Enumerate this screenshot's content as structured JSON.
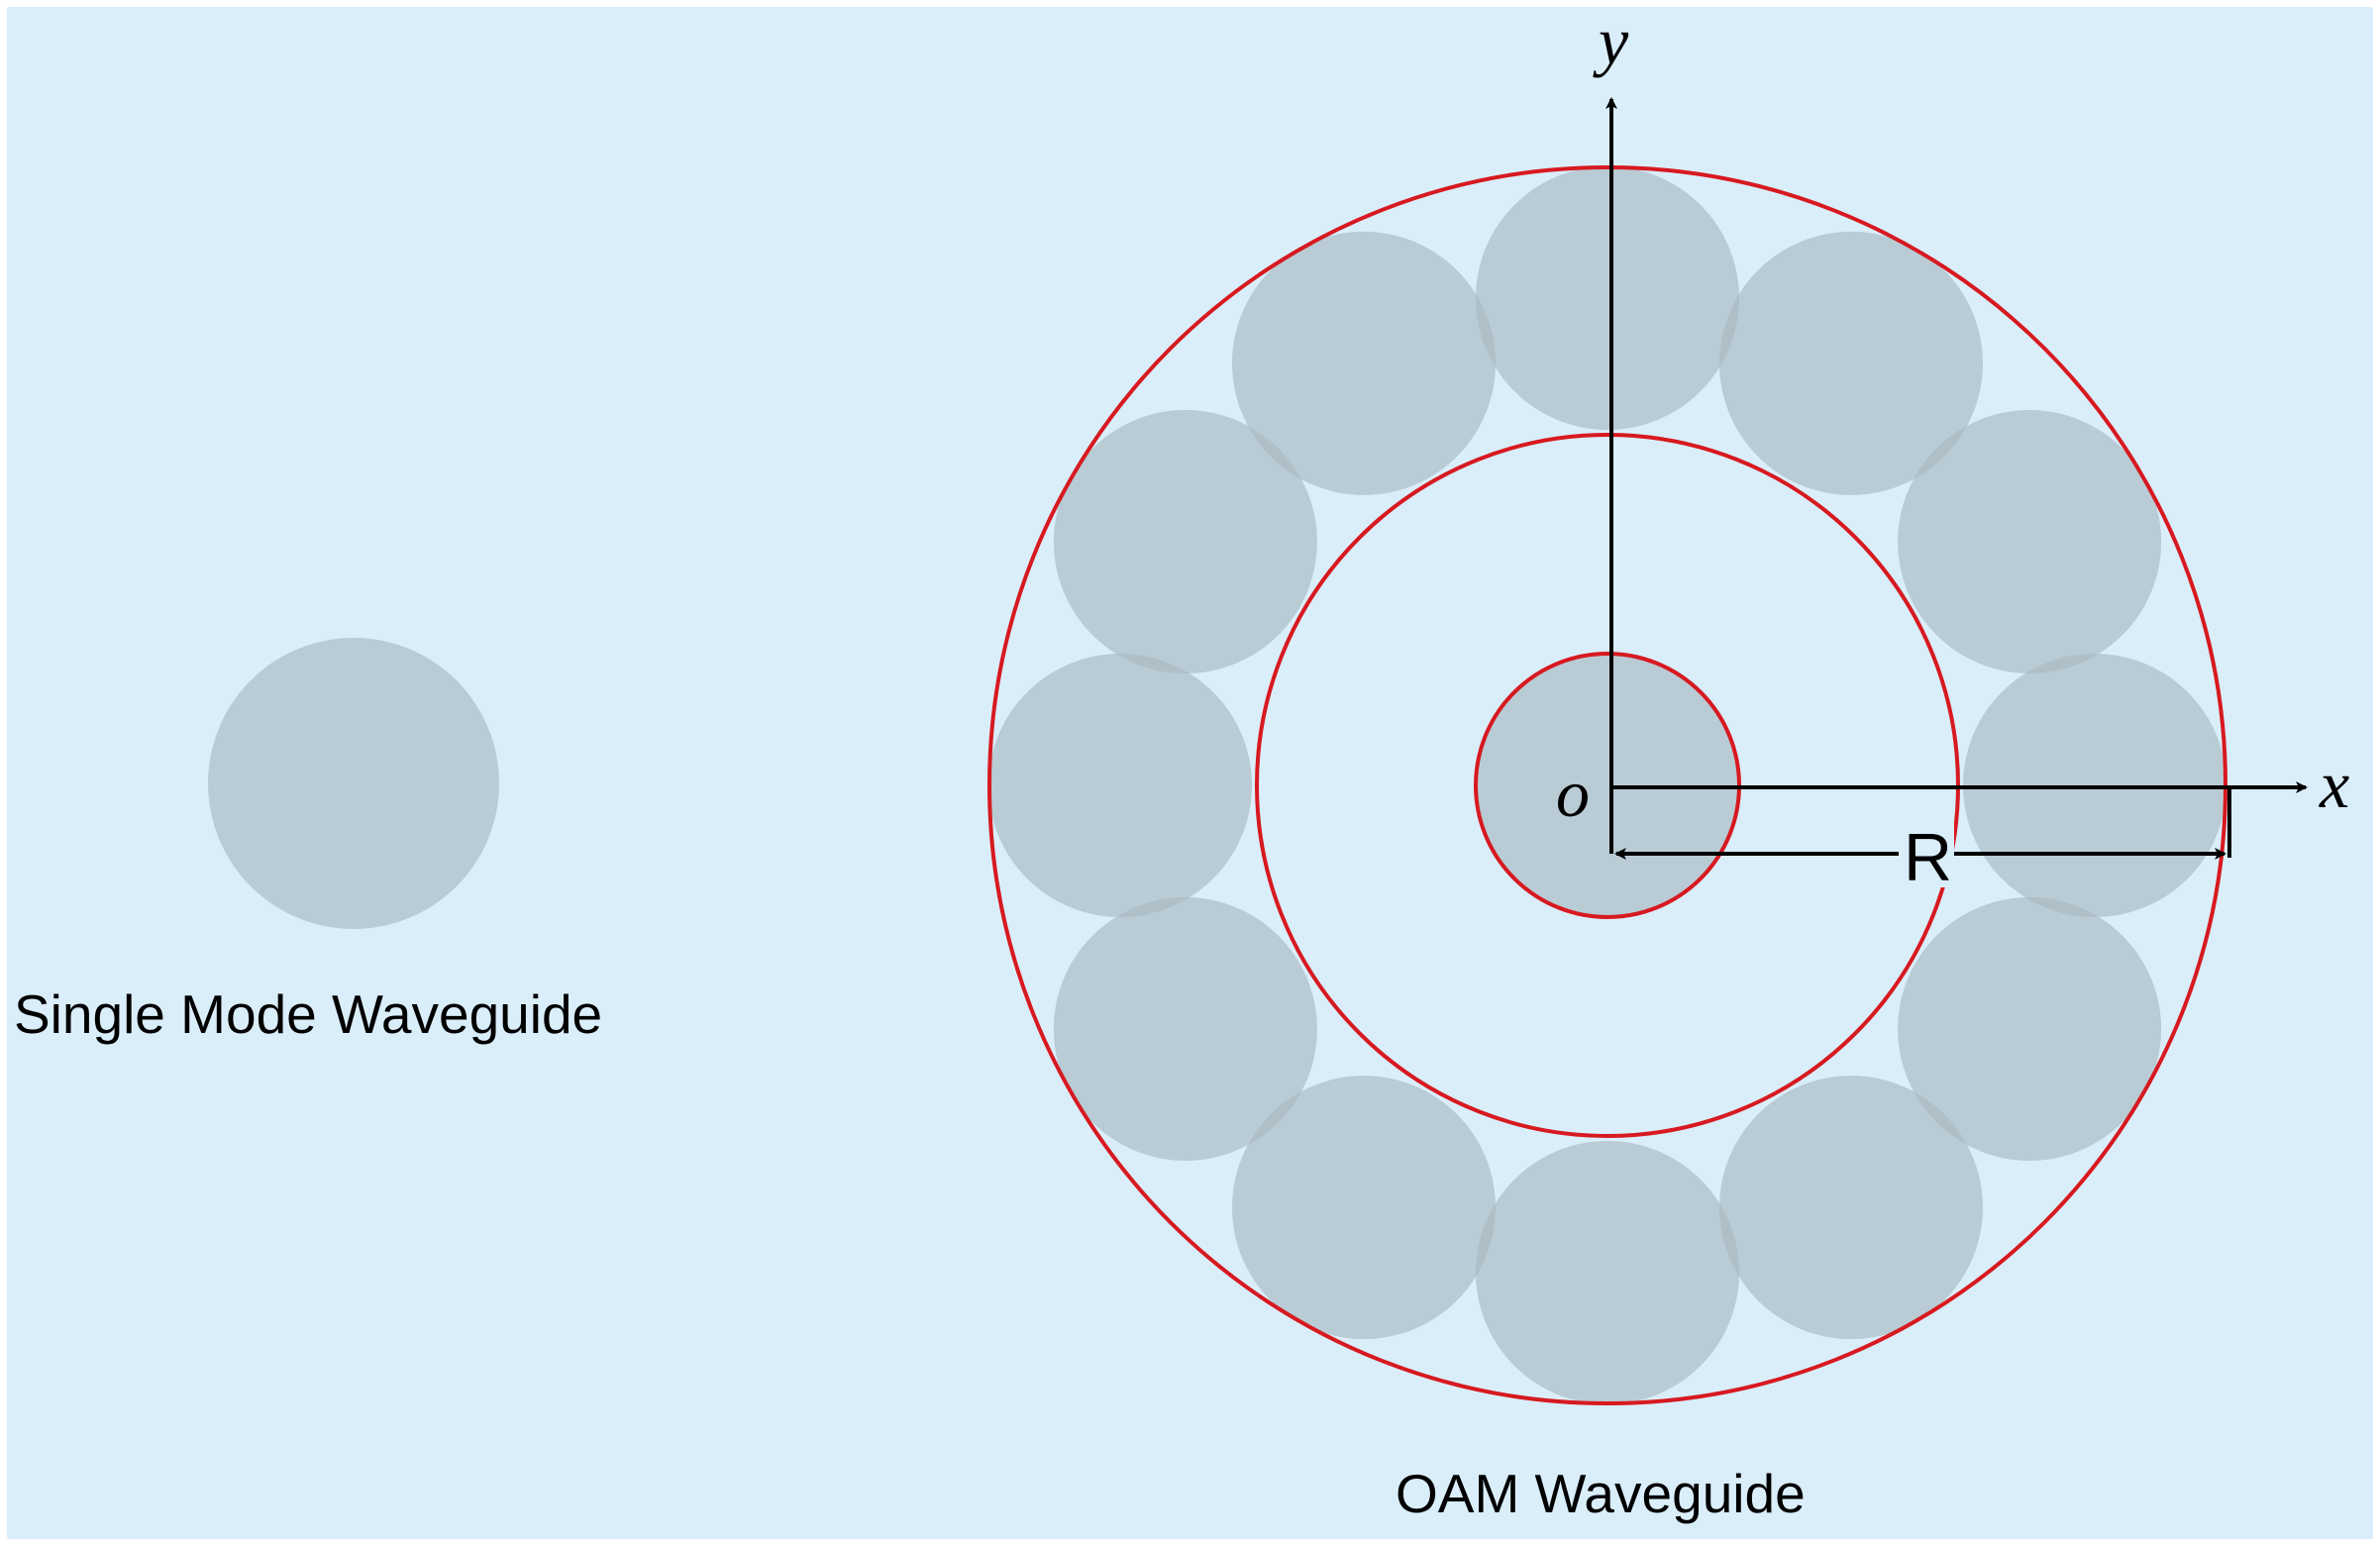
{
  "colors": {
    "background": "#daeefa",
    "waveguide_fill": "#a8b8c0",
    "boundary": "#d71920",
    "axes": "#000000"
  },
  "diagram": {
    "single_mode_label": "Single Mode Waveguide",
    "oam_label": "OAM Waveguide",
    "axes": {
      "x_label": "x",
      "y_label": "y",
      "origin_label": "o",
      "radius_label": "R"
    },
    "ring_mode_count": 12
  }
}
